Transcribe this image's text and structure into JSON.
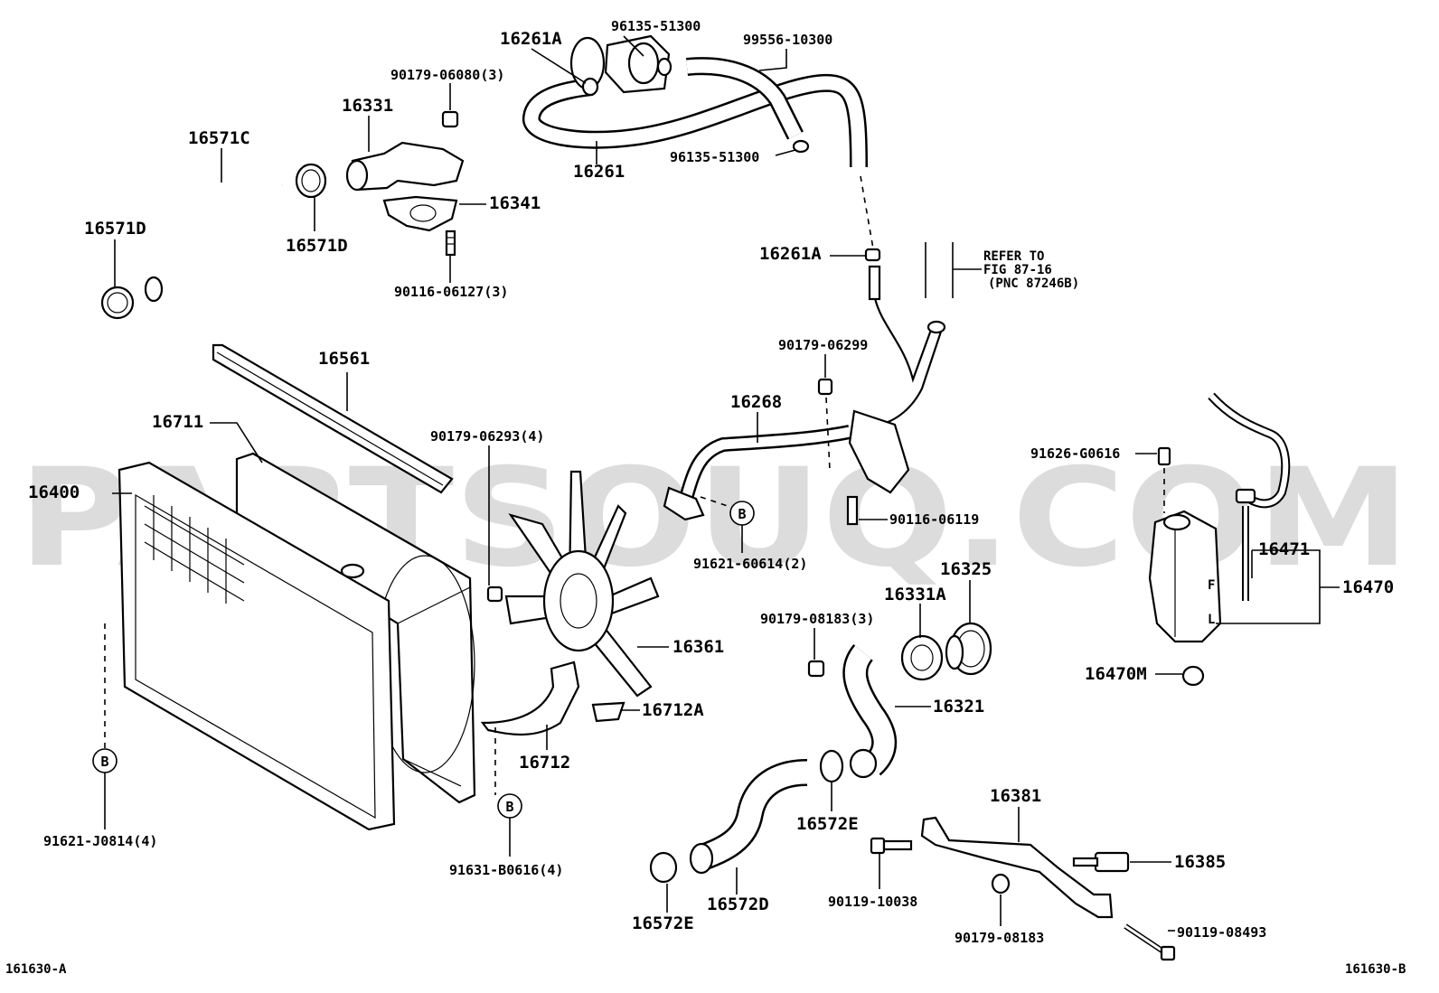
{
  "watermark": "PARTSOUQ.COM",
  "corner_labels": {
    "left": "161630-A",
    "right": "161630-B"
  },
  "refer_note": {
    "line1": "REFER TO",
    "line2": "FIG 87-16",
    "line3": "(PNC 87246B)"
  },
  "callout_mark": "B",
  "labels": {
    "p16261A_top": "16261A",
    "p96135_51300_top": "96135-51300",
    "p99556_10300": "99556-10300",
    "p90179_06080": "90179-06080(3)",
    "p16331": "16331",
    "p16571C": "16571C",
    "p16261": "16261",
    "p96135_51300_mid": "96135-51300",
    "p16341": "16341",
    "p16571D_left": "16571D",
    "p16571D_right": "16571D",
    "p90116_06127": "90116-06127(3)",
    "p16261A_mid": "16261A",
    "p16561": "16561",
    "p90179_06299": "90179-06299",
    "p16268": "16268",
    "p16711": "16711",
    "p90179_06293": "90179-06293(4)",
    "p16400": "16400",
    "p91626_G0616": "91626-G0616",
    "p90116_06119": "90116-06119",
    "p91621_60614": "91621-60614(2)",
    "p16325": "16325",
    "p16331A": "16331A",
    "p90179_08183_3": "90179-08183(3)",
    "p16471": "16471",
    "p16470": "16470",
    "p16361": "16361",
    "p16470M": "16470M",
    "p16712A": "16712A",
    "p16321": "16321",
    "p16712": "16712",
    "p91621_J0814": "91621-J0814(4)",
    "p91631_B0616": "91631-B0616(4)",
    "p16381": "16381",
    "p16572E_mid": "16572E",
    "p16385": "16385",
    "p90119_10038": "90119-10038",
    "p16572D": "16572D",
    "p16572E_bottom": "16572E",
    "p90179_08183": "90179-08183",
    "p90119_08493": "90119-08493"
  }
}
